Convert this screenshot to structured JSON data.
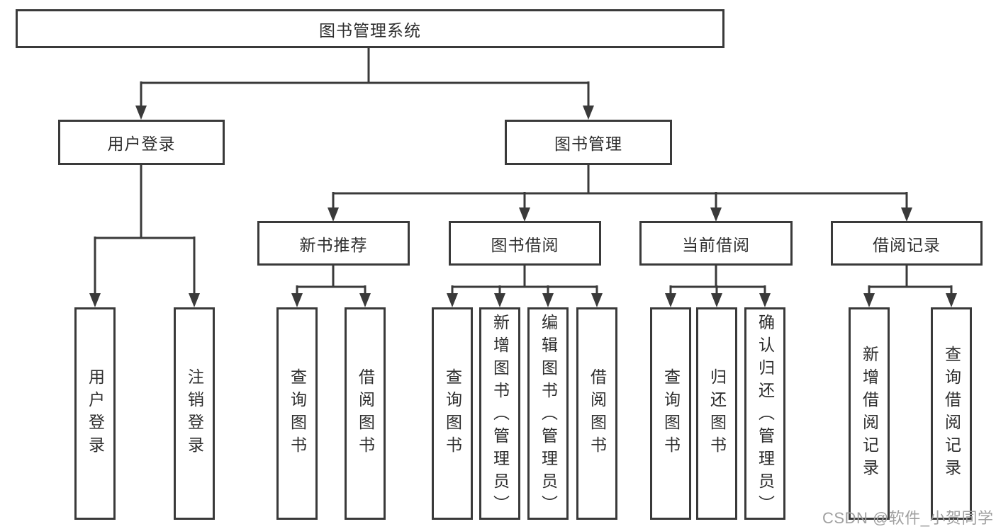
{
  "diagram": {
    "root_label": "图书管理系统",
    "level2": {
      "user_login": "用户登录",
      "book_management": "图书管理"
    },
    "level3": {
      "new_book_recommend": "新书推荐",
      "book_borrow": "图书借阅",
      "current_borrow": "当前借阅",
      "borrow_record": "借阅记录"
    },
    "leaves": {
      "user_login": [
        "用户登录",
        "注销登录"
      ],
      "new_book_recommend": [
        "查询图书",
        "借阅图书"
      ],
      "book_borrow": [
        "查询图书",
        "新增图书（管理员）",
        "编辑图书（管理员）",
        "借阅图书"
      ],
      "current_borrow": [
        "查询图书",
        "归还图书",
        "确认归还（管理员）"
      ],
      "borrow_record": [
        "新增借阅记录",
        "查询借阅记录"
      ]
    }
  },
  "watermark": {
    "text": "CSDN @软件_小贺同学"
  },
  "colors": {
    "line": "#3a3a3a",
    "text": "#2e2e2e",
    "background": "#ffffff",
    "watermark": "#a0a0a0"
  }
}
